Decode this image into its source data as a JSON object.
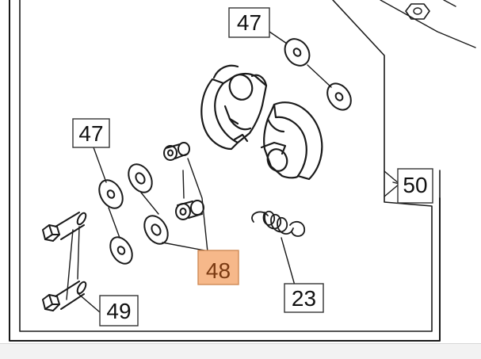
{
  "diagram": {
    "colors": {
      "line": "#1a1a1a",
      "box_border": "#333333",
      "box_fill": "#ffffff",
      "highlight_fill": "#f6b88a",
      "highlight_text": "#7a3a12",
      "bar": "#f2f2f2"
    },
    "callouts": {
      "c47_top": "47",
      "c47_left": "47",
      "c50": "50",
      "c48": "48",
      "c23": "23",
      "c49": "49"
    },
    "highlighted": "48"
  }
}
